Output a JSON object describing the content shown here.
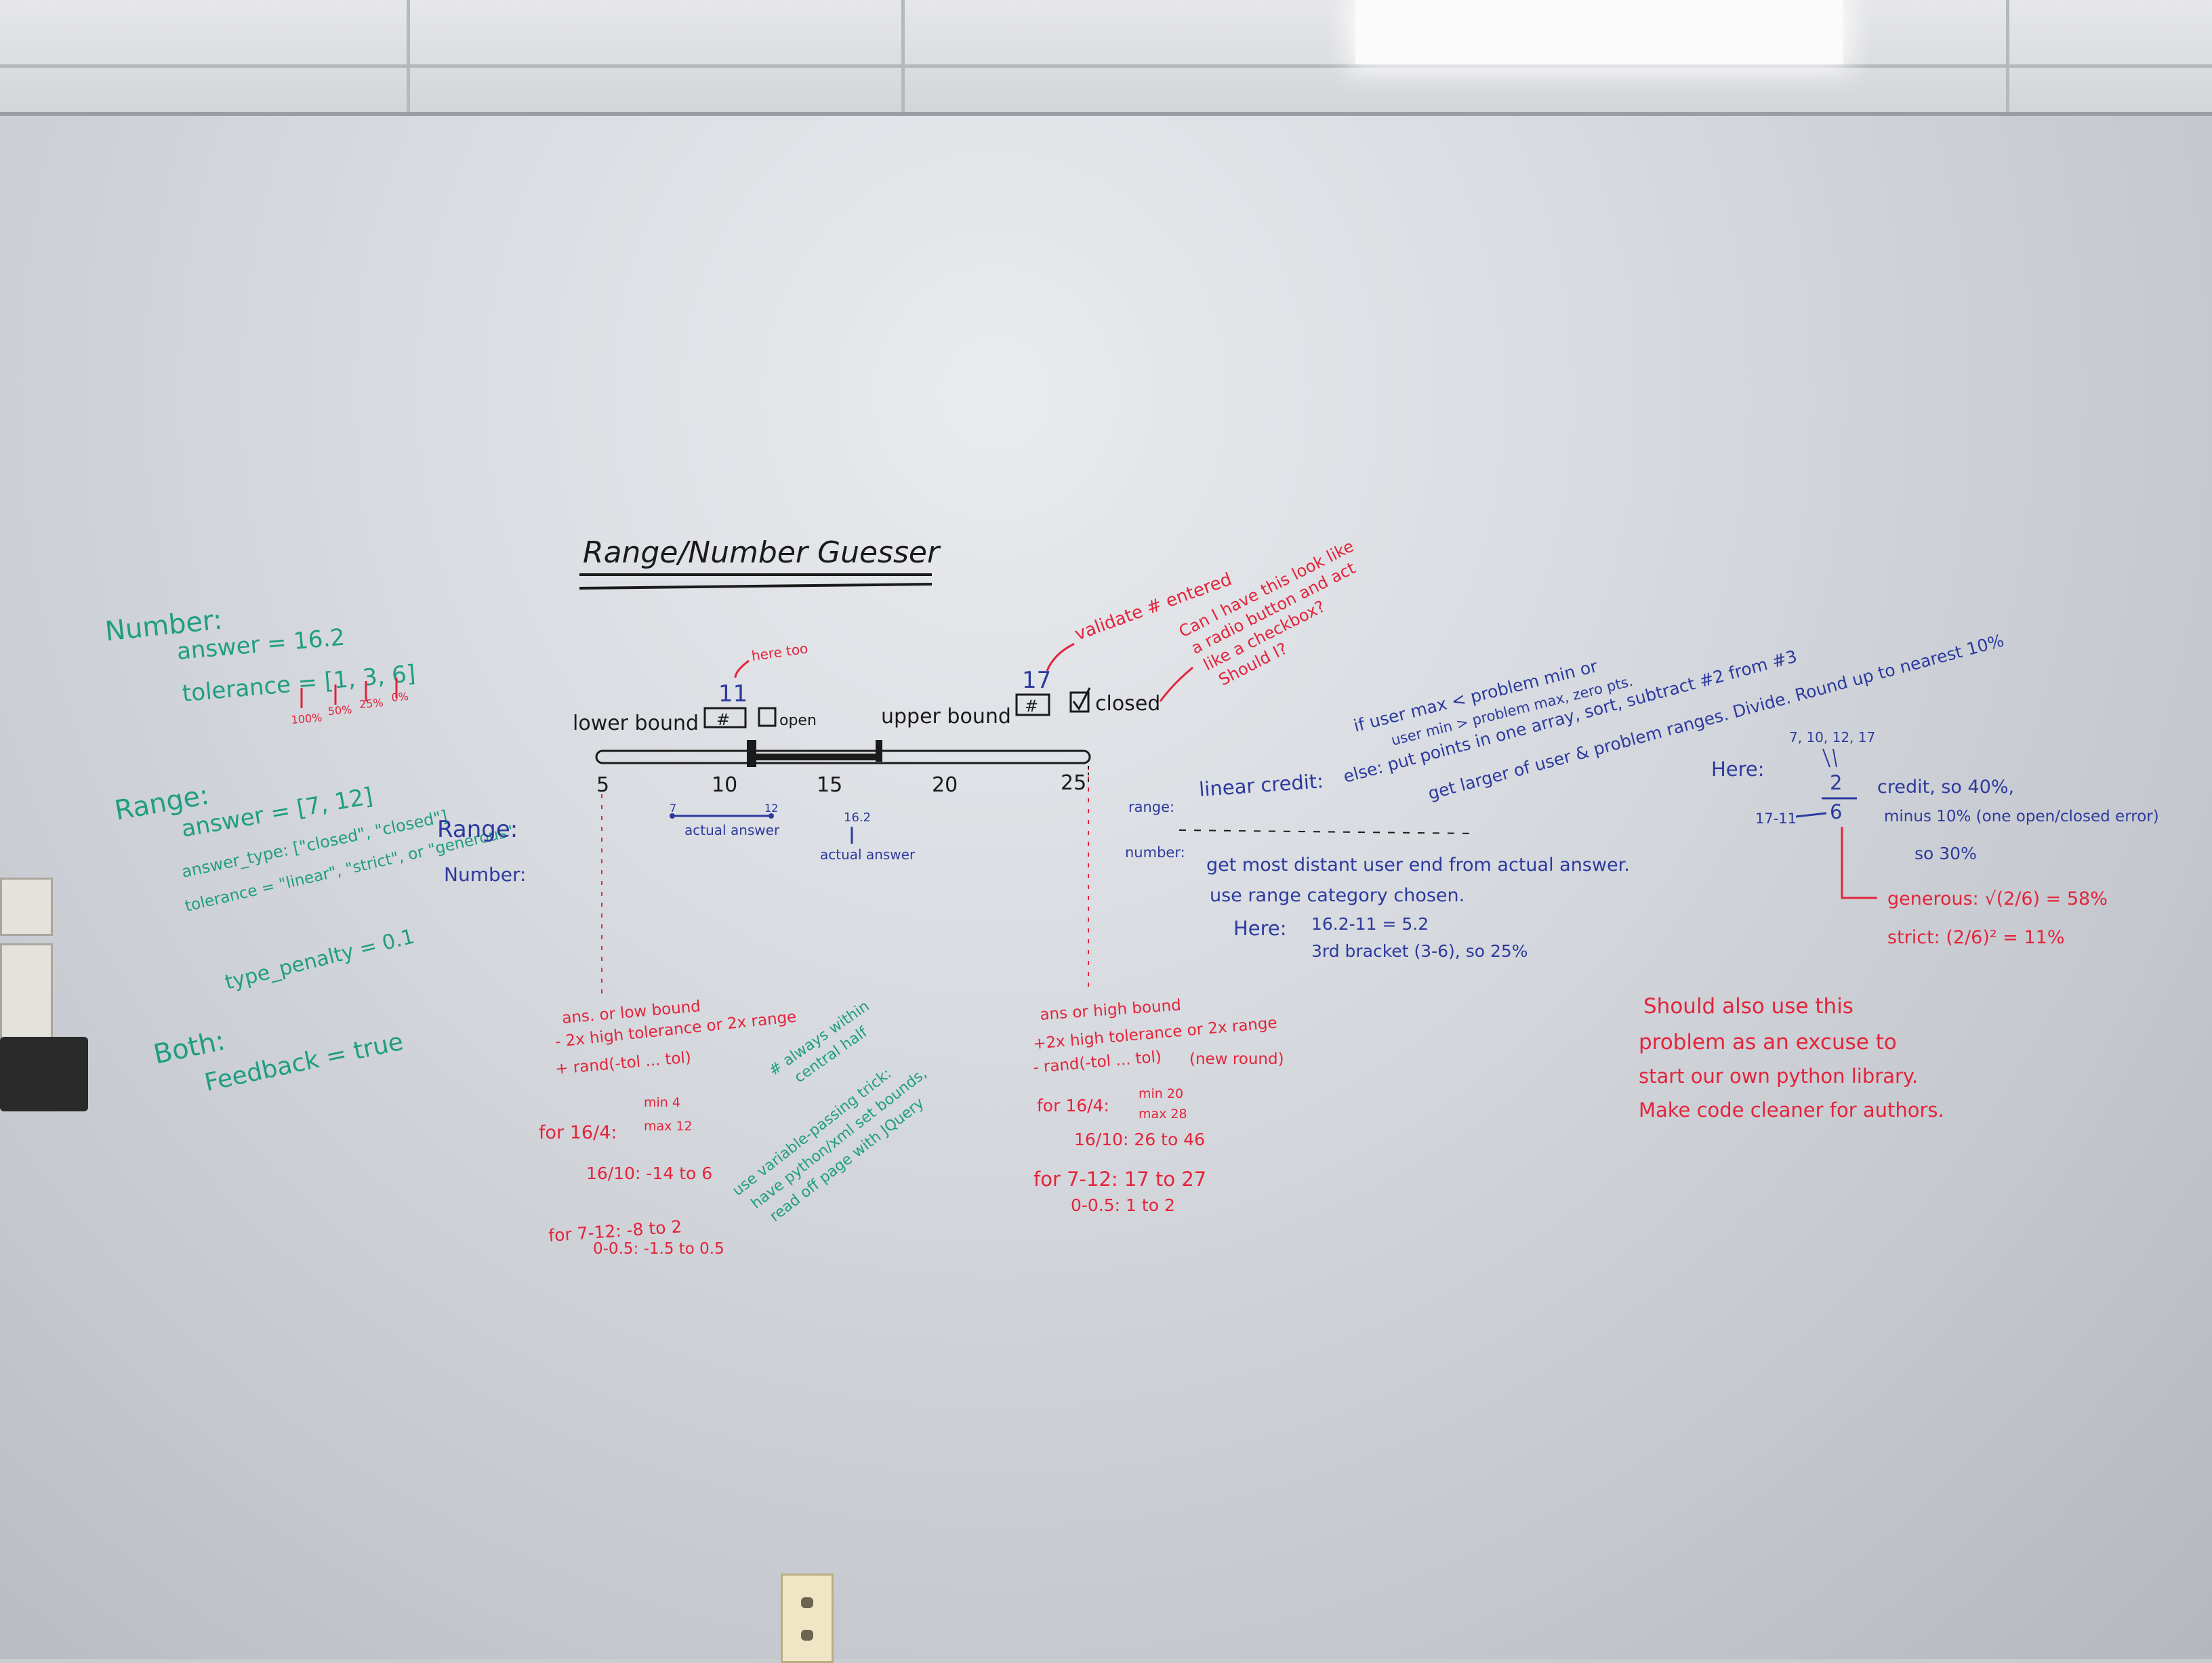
{
  "title": "Range/Number Guesser",
  "number_spec": {
    "heading": "Number:",
    "answer": "answer = 16.2",
    "tolerance": "tolerance = [1, 3, 6]",
    "tolerance_marks": [
      "100%",
      "50%",
      "25%",
      "0%"
    ]
  },
  "range_spec": {
    "heading": "Range:",
    "answer": "answer = [7, 12]",
    "answer_type": "answer_type: [\"closed\", \"closed\"]",
    "tolerance": "tolerance = \"linear\", \"strict\", or \"generous\"",
    "type_penalty": "type_penalty = 0.1"
  },
  "both_spec": {
    "heading": "Both:",
    "feedback": "Feedback = true"
  },
  "side_labels": {
    "range": "Range:",
    "number": "Number:"
  },
  "widget": {
    "here_too": "here too",
    "validate": "validate # entered",
    "lower_value": "11",
    "upper_value": "17",
    "lower_label": "lower bound",
    "upper_label": "upper bound",
    "field_symbol": "#",
    "open_label": "open",
    "closed_label": "closed",
    "radio_question": "Can I have this look like a radio button and act like a checkbox? Should I?",
    "ticks": [
      "5",
      "10",
      "15",
      "20",
      "25"
    ],
    "actual_range_start": "7",
    "actual_range_end": "12",
    "actual_range_label": "actual answer",
    "actual_number_value": "16.2",
    "actual_number_label": "actual answer"
  },
  "low_bound_notes": {
    "line1": "ans. or low bound",
    "line2": "- 2x high tolerance or 2x range",
    "line3": "+ rand(-tol ... tol)",
    "case1_prefix": "for 16/4:",
    "case1_min": "min 4",
    "case1_max": "max 12",
    "case2": "16/10: -14 to 6",
    "case3": "for 7-12: -8 to 2",
    "case4": "0-0.5: -1.5 to 0.5"
  },
  "middle_notes": {
    "always": "# always within central half",
    "trick": "use variable-passing trick: have python/xml set bounds, read off page with JQuery"
  },
  "high_bound_notes": {
    "line1": "ans or high bound",
    "line2": "+2x high tolerance or 2x range",
    "line3": "- rand(-tol ... tol)",
    "new_round": "(new round)",
    "case1_prefix": "for 16/4:",
    "case1_min": "min 20",
    "case1_max": "max 28",
    "case2": "16/10: 26 to 46",
    "case3": "for 7-12: 17 to 27",
    "case4": "0-0.5: 1 to 2"
  },
  "scoring": {
    "range_label": "range:",
    "linear_credit": "linear credit:",
    "if_line1": "if user max < problem min or",
    "if_line2": "user min > problem max, zero pts.",
    "else_line1": "else: put points in one array, sort, subtract #2 from #3",
    "else_line2": "get larger of user & problem ranges. Divide. Round up to nearest 10%",
    "here_label": "Here:",
    "points": "7, 10, 12, 17",
    "numerator": "2",
    "denominator": "6",
    "diff": "17-11",
    "credit": "credit, so 40%,",
    "minus": "minus 10% (one open/closed error)",
    "so30": "so 30%",
    "generous": "generous: √(2/6) = 58%",
    "strict": "strict: (2/6)² = 11%",
    "number_label": "number:",
    "number_line1": "get most distant user end from actual answer.",
    "number_line2": "use range category chosen.",
    "number_here": "Here:",
    "number_calc": "16.2-11 = 5.2",
    "number_bracket": "3rd bracket (3-6), so 25%"
  },
  "python_note": {
    "line1": "Should also use this",
    "line2": "problem as an excuse to",
    "line3": "start our own python library.",
    "line4": "Make code cleaner for authors."
  },
  "colors": {
    "black_marker": "#1a1a1a",
    "red_marker": "#e3243b",
    "blue_marker": "#2c3a9e",
    "green_marker": "#1f9e80"
  }
}
